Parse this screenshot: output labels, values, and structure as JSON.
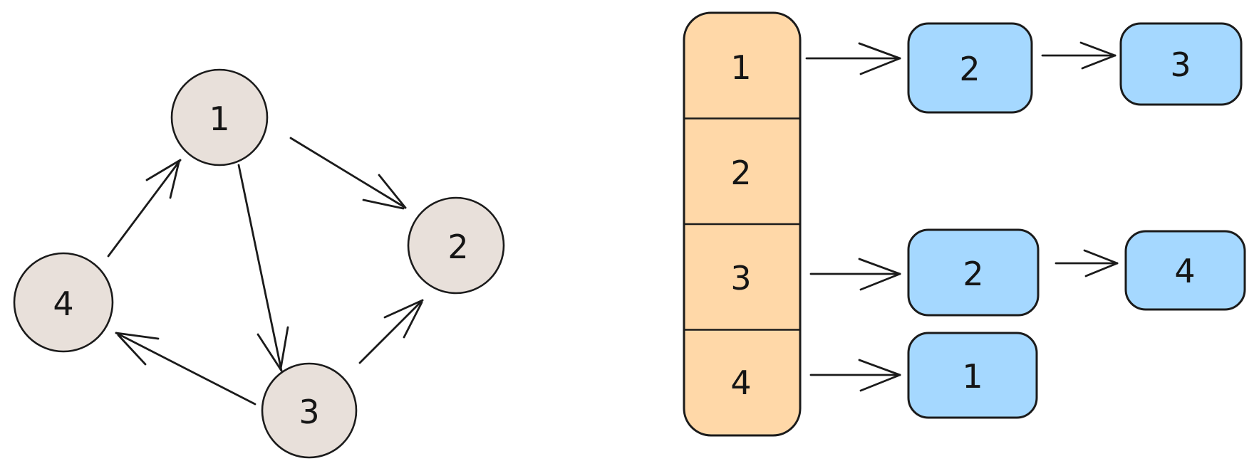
{
  "graph": {
    "nodes": [
      {
        "id": "1",
        "label": "1"
      },
      {
        "id": "2",
        "label": "2"
      },
      {
        "id": "3",
        "label": "3"
      },
      {
        "id": "4",
        "label": "4"
      }
    ],
    "edges": [
      {
        "from": "1",
        "to": "2"
      },
      {
        "from": "1",
        "to": "3"
      },
      {
        "from": "4",
        "to": "1"
      },
      {
        "from": "3",
        "to": "4"
      },
      {
        "from": "3",
        "to": "2"
      }
    ]
  },
  "adjacency_list": {
    "rows": [
      {
        "vertex": "1",
        "neighbors": [
          "2",
          "3"
        ]
      },
      {
        "vertex": "2",
        "neighbors": []
      },
      {
        "vertex": "3",
        "neighbors": [
          "2",
          "4"
        ]
      },
      {
        "vertex": "4",
        "neighbors": [
          "1"
        ]
      }
    ]
  },
  "colors": {
    "node_fill": "#e8e0da",
    "list_cell_fill": "#ffd8a8",
    "neighbor_box_fill": "#a5d8ff",
    "stroke": "#1b1b1b",
    "background": "#ffffff"
  }
}
